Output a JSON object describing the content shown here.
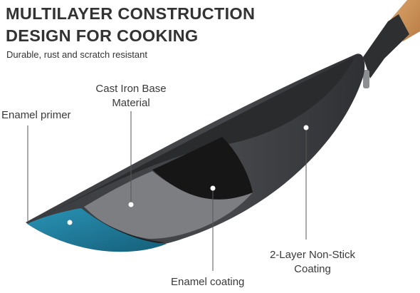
{
  "header": {
    "title_line1": "MULTILAYER CONSTRUCTION",
    "title_line2": "DESIGN FOR COOKING",
    "subtitle": "Durable, rust and scratch resistant"
  },
  "labels": {
    "enamel_primer": "Enamel primer",
    "cast_iron_line1": "Cast Iron Base",
    "cast_iron_line2": "Material",
    "non_stick_line1": "2-Layer Non-Stick",
    "non_stick_line2": "Coating",
    "enamel_coating": "Enamel coating"
  },
  "colors": {
    "pan_body": "#3b3d40",
    "pan_inner": "#2b2c2e",
    "cast_iron": "#77797c",
    "nonstick": "#1a1a1b",
    "enamel_primer": "#1d7c9c",
    "wood_handle": "#c7915a"
  }
}
